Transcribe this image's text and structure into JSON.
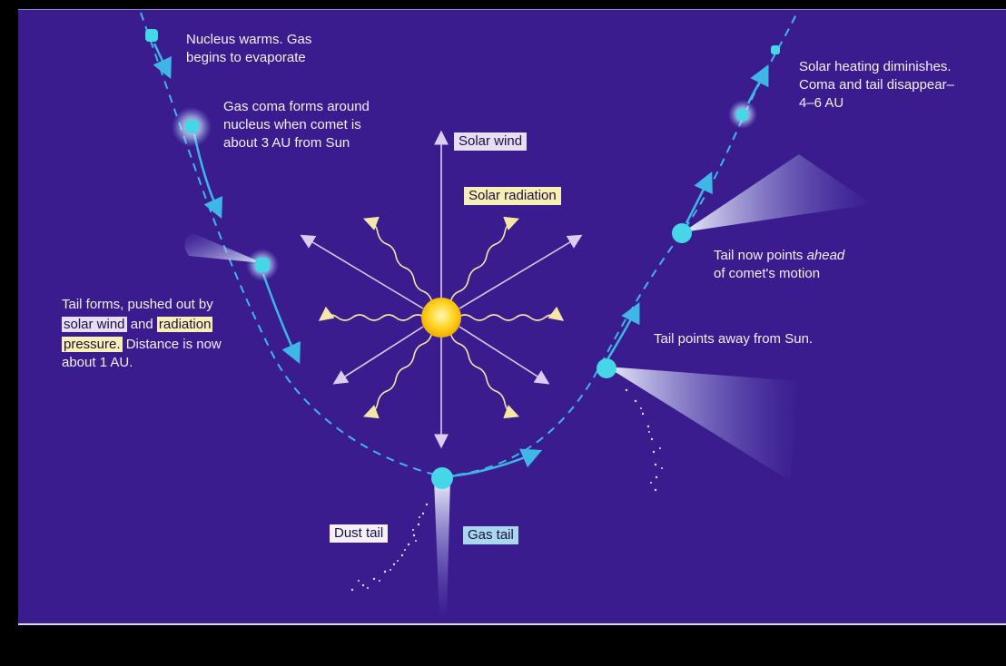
{
  "labels": {
    "nucleus_warms_1": "Nucleus warms. Gas",
    "nucleus_warms_2": "begins to evaporate",
    "coma_forms_1": "Gas coma forms around",
    "coma_forms_2": "nucleus when comet is",
    "coma_forms_3": "about 3 AU from Sun",
    "tail_forms_1": "Tail forms, pushed out by",
    "tail_forms_wind": "solar wind",
    "tail_forms_and": "and",
    "tail_forms_radiation": "radiation",
    "tail_forms_pressure": "pressure.",
    "tail_forms_distance": "Distance is now",
    "tail_forms_3": "about 1 AU.",
    "solar_wind": "Solar wind",
    "solar_radiation": "Solar radiation",
    "dust_tail": "Dust tail",
    "gas_tail": "Gas tail",
    "tail_away": "Tail points away from Sun.",
    "tail_ahead_1": "Tail now points",
    "tail_ahead_em": "ahead",
    "tail_ahead_2": "of comet's motion",
    "heating_1": "Solar heating diminishes.",
    "heating_2": "Coma and tail disappear–",
    "heating_3": "4–6 AU"
  },
  "colors": {
    "background": "#3a1c8e",
    "orbit": "#3fb6e6",
    "comet": "#45d6e8",
    "sun": "#ffd21f",
    "wind_arrow": "#d9cdf0",
    "radiation_wave": "#f6e7a6"
  }
}
